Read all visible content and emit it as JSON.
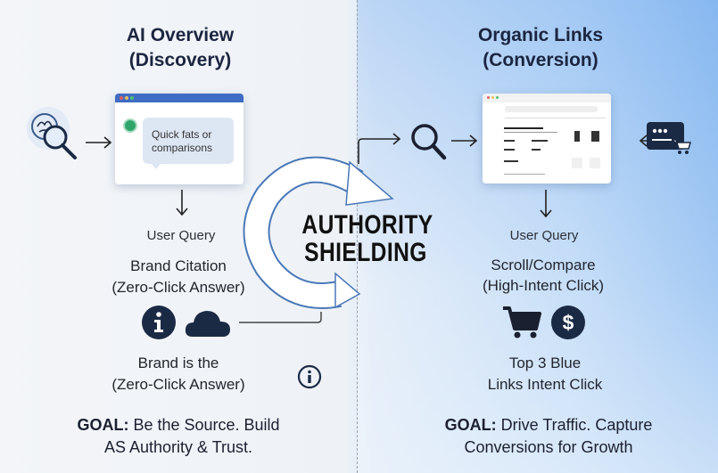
{
  "left": {
    "title": "AI Overview",
    "subtitle": "(Discovery)",
    "bubble_text_1": "Quick fats or",
    "bubble_text_2": "comparisons",
    "user_query": "User Query",
    "citation_1": "Brand Citation",
    "citation_2": "(Zero-Click Answer)",
    "brand_1": "Brand is the",
    "brand_2": "(Zero-Click Answer)",
    "goal_label": "GOAL:",
    "goal_1": " Be the Source. Build",
    "goal_2": "AS Authority & Trust."
  },
  "center": {
    "line1": "AUTHORITY",
    "line2": "SHIELDING"
  },
  "right": {
    "title": "Organic Links",
    "subtitle": "(Conversion)",
    "user_query": "User Query",
    "scroll_1": "Scroll/Compare",
    "scroll_2": "(High-Intent Click)",
    "top_1": "Top 3 Blue",
    "top_2": "Links Intent Click",
    "goal_label": "GOAL:",
    "goal_1": " Drive Traffic. Capture",
    "goal_2": "Conversions for Growth"
  },
  "colors": {
    "navy": "#1b2a44",
    "accent_blue": "#3f6cc4",
    "green": "#2fa56b"
  }
}
